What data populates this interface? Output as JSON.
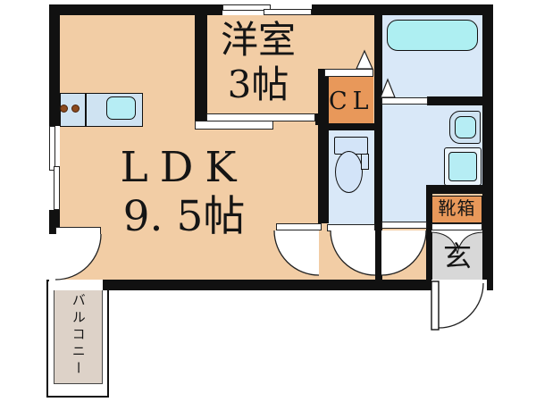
{
  "plan": {
    "type": "japanese-apartment-floorplan",
    "rooms": {
      "ldk": {
        "name": "LDK",
        "size": "9. 5帖"
      },
      "western": {
        "name": "洋室",
        "size": "3帖"
      },
      "closet": {
        "name": "CL"
      },
      "shoebox": {
        "name": "靴箱"
      },
      "entrance": {
        "name": "玄"
      },
      "balcony": {
        "name": "バルコニー"
      }
    },
    "fixtures": [
      "kitchen-counter",
      "stove-burners",
      "kitchen-sink",
      "bathtub",
      "vanity-sink",
      "washing-machine",
      "toilet",
      "sliding-door",
      "folding-door",
      "swing-door"
    ],
    "colors": {
      "wall": "#111111",
      "room_floor": "#f2cda5",
      "wet_floor": "#d9e8f8",
      "closet_orange": "#e8985a",
      "bathtub_cyan": "#aeeff2",
      "fixture_cyan": "#b6edf4",
      "counter_blue": "#cfe3f2",
      "entrance_gray": "#d8d8d8",
      "balcony_floor": "#ddd2c8"
    }
  }
}
